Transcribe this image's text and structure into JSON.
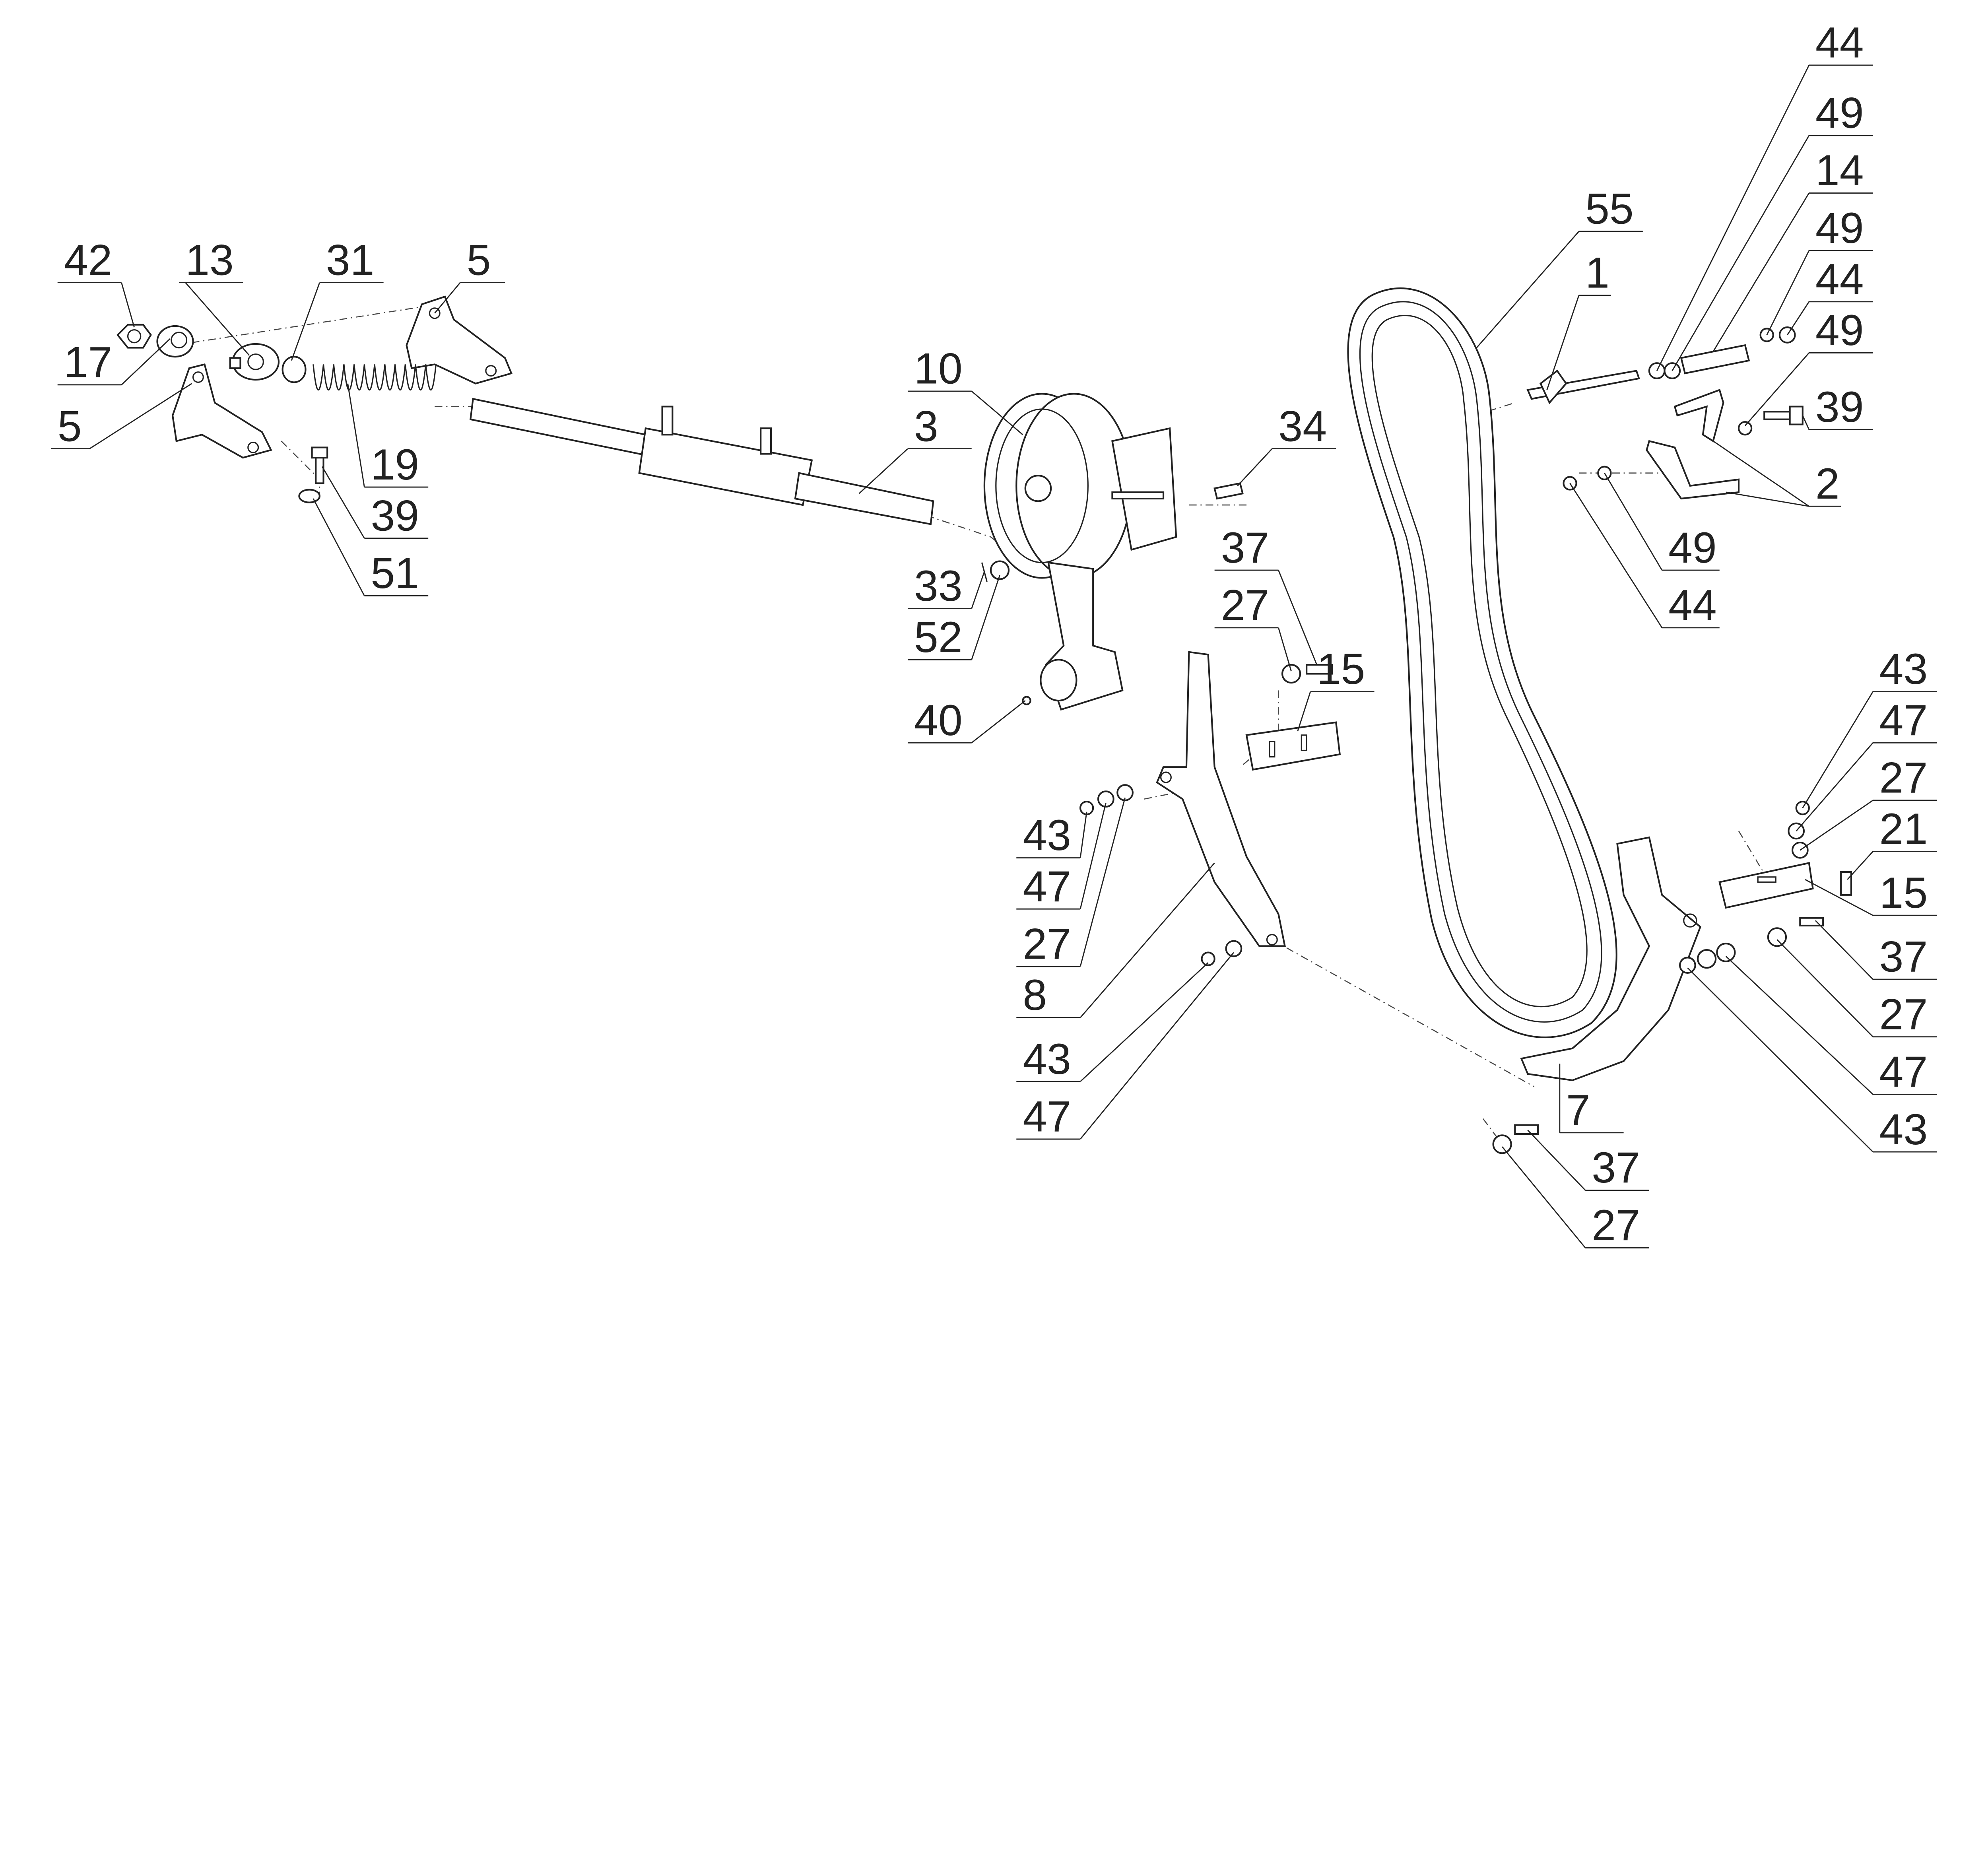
{
  "diagram": {
    "type": "exploded parts diagram",
    "callouts": [
      "44",
      "49",
      "14",
      "49",
      "44",
      "49",
      "39",
      "2",
      "49",
      "44",
      "42",
      "13",
      "31",
      "5",
      "17",
      "5",
      "19",
      "39",
      "51",
      "10",
      "3",
      "34",
      "33",
      "52",
      "40",
      "37",
      "27",
      "15",
      "55",
      "1",
      "43",
      "47",
      "27",
      "8",
      "43",
      "47",
      "43",
      "47",
      "27",
      "21",
      "15",
      "37",
      "27",
      "47",
      "43",
      "7",
      "37",
      "27"
    ]
  }
}
